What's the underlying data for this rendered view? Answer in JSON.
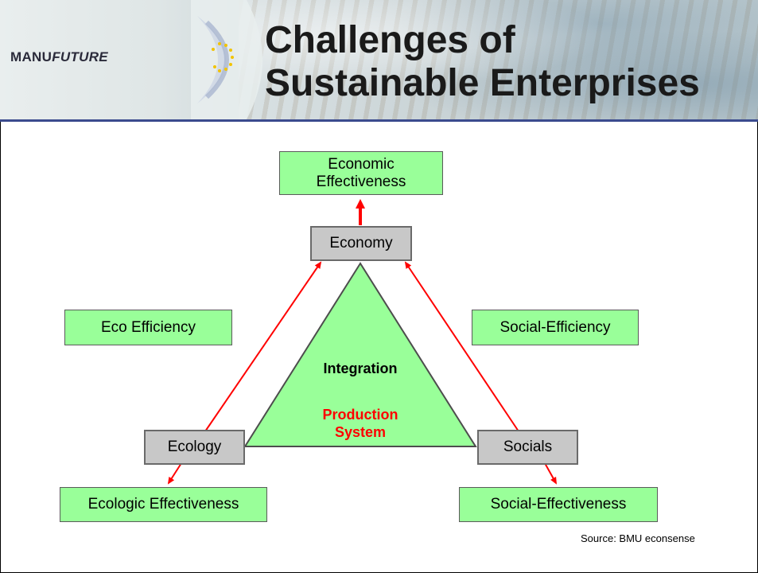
{
  "header": {
    "logo_text_a": "MANU",
    "logo_text_b": "FUTURE",
    "title_line1": "Challenges of",
    "title_line2": "Sustainable Enterprises"
  },
  "diagram": {
    "economic_effectiveness_1": "Economic",
    "economic_effectiveness_2": "Effectiveness",
    "economy": "Economy",
    "eco_efficiency": "Eco Efficiency",
    "social_efficiency": "Social-Efficiency",
    "integration": "Integration",
    "production_1": "Production",
    "production_2": "System",
    "ecology": "Ecology",
    "socials": "Socials",
    "ecologic_effectiveness": "Ecologic Effectiveness",
    "social_effectiveness": "Social-Effectiveness"
  },
  "footer": {
    "source": "Source: BMU econsense"
  },
  "colors": {
    "green_box": "#99ff99",
    "grey_box": "#c8c8c8",
    "arrow": "#ff0000",
    "header_rule": "#3b4b8e"
  }
}
